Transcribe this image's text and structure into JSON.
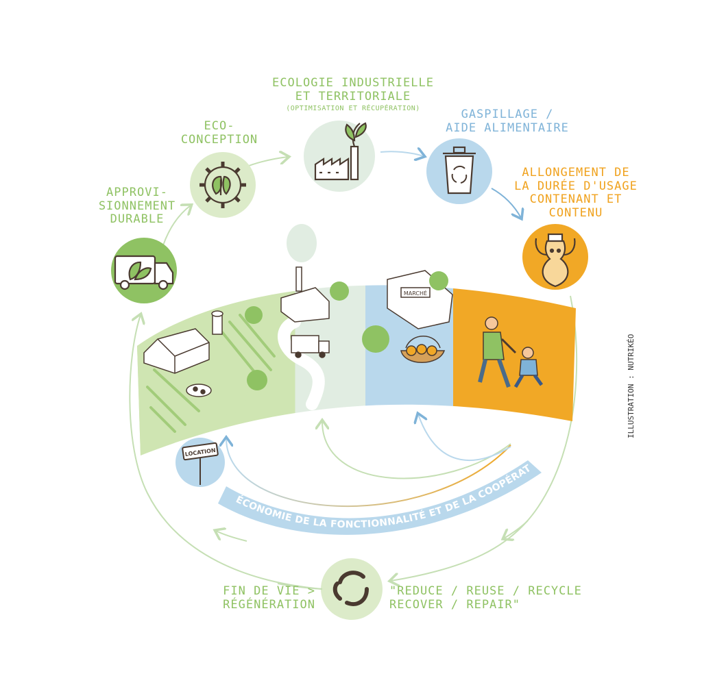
{
  "labels": {
    "ecologie_title": "ECOLOGIE INDUSTRIELLE\nET TERRITORIALE",
    "ecologie_sub": "(OPTIMISATION ET RÉCUPÉRATION)",
    "eco_conception": "ECO-\nCONCEPTION",
    "gaspillage": "GASPILLAGE /\nAIDE ALIMENTAIRE",
    "allongement": "ALLONGEMENT DE\nLA DURÉE D'USAGE\nCONTENANT ET\nCONTENU",
    "approvisionnement": "APPROVI-\nSIONNEMENT\nDURABLE",
    "fin_de_vie": "FIN DE VIE >\nRÉGÉNÉRATION",
    "reduce": "\"REDUCE / REUSE / RECYCLE\nRECOVER / REPAIR\"",
    "economie": "ÉCONOMIE DE LA FONCTIONNALITÉ ET DE LA COOPÉRATION",
    "location_sign": "LOCATION",
    "marche_sign": "MARCHÉ",
    "credit": "ILLUSTRATION : NUTRIKÉO"
  },
  "colors": {
    "green": "#8fc263",
    "light_green": "#dcebc9",
    "pale_green": "#e4efe2",
    "blue": "#7fb3d8",
    "light_blue": "#b9d8ec",
    "orange": "#f0a21e",
    "dark": "#4a3a30"
  },
  "icons": {
    "truck": "truck-leaf-icon",
    "gear": "gear-leaf-icon",
    "factory": "factory-plant-icon",
    "trash": "recycle-bin-icon",
    "bottle": "strong-bottle-icon",
    "recycle": "recycle-arrows-icon",
    "location": "location-sign-icon"
  }
}
